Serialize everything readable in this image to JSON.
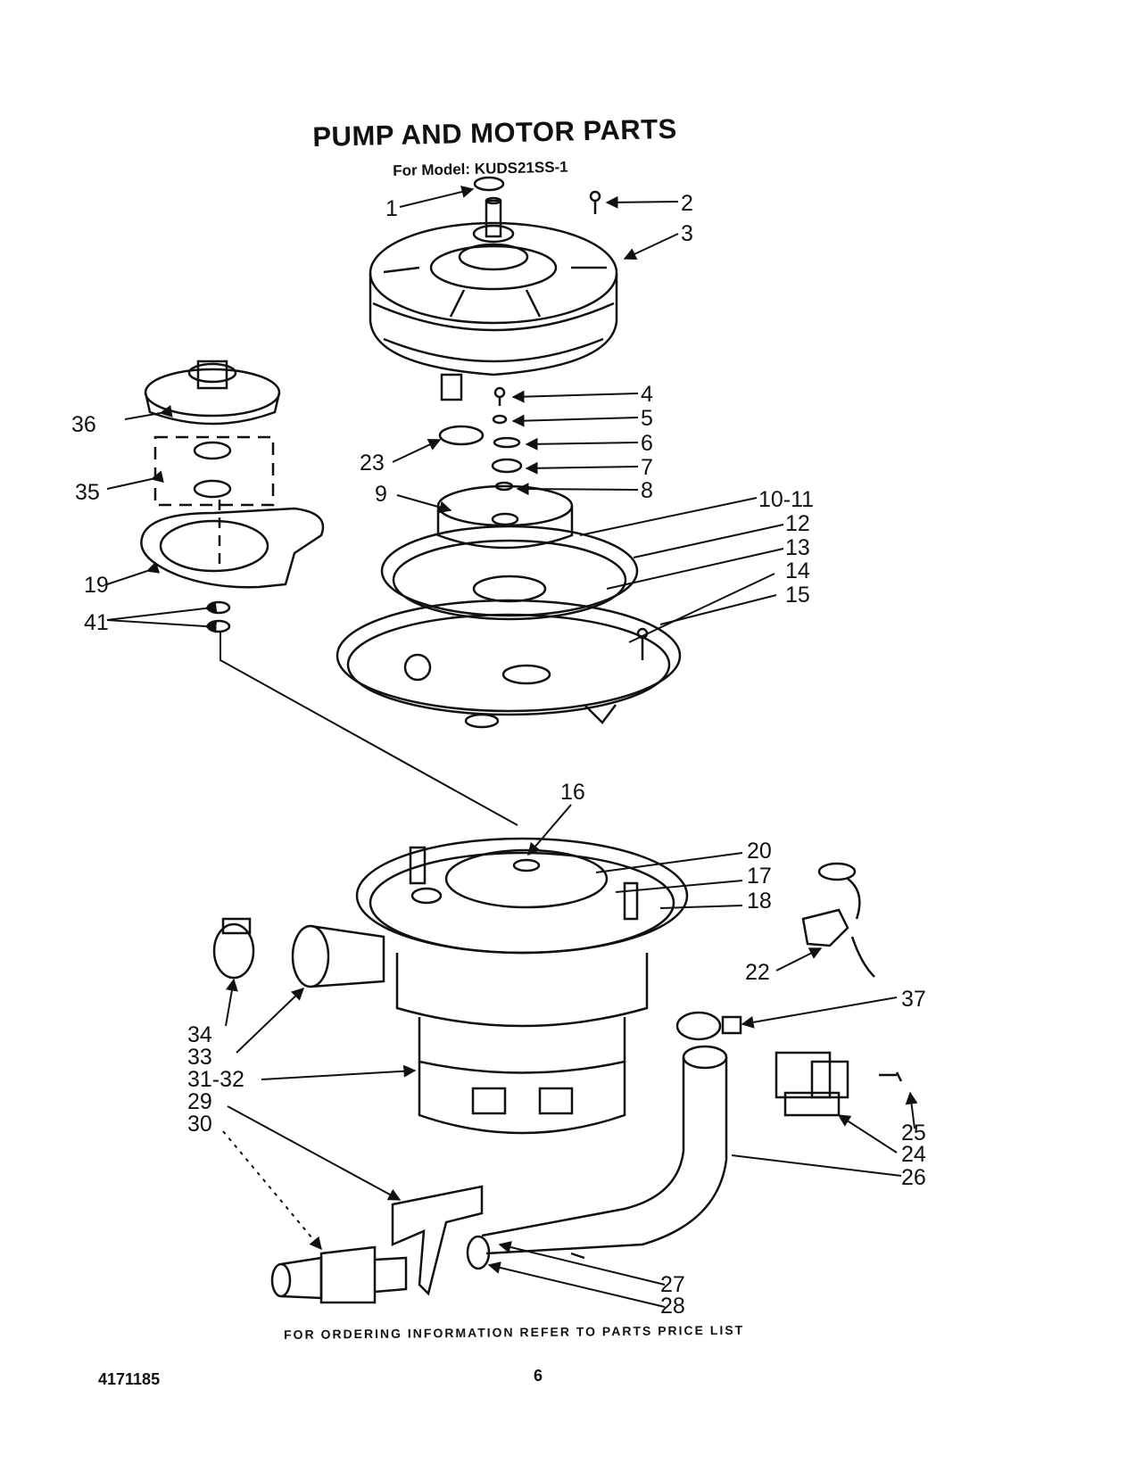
{
  "header": {
    "title": "PUMP AND MOTOR PARTS",
    "subtitle": "For Model: KUDS21SS-1"
  },
  "callouts": [
    "1",
    "2",
    "3",
    "4",
    "5",
    "6",
    "7",
    "8",
    "9",
    "10-11",
    "12",
    "13",
    "14",
    "15",
    "16",
    "17",
    "18",
    "19",
    "20",
    "22",
    "23",
    "24",
    "25",
    "26",
    "27",
    "28",
    "29",
    "30",
    "31-32",
    "33",
    "34",
    "35",
    "36",
    "37",
    "41"
  ],
  "footer": {
    "note": "FOR ORDERING INFORMATION REFER TO PARTS PRICE LIST",
    "part_number": "4171185",
    "page_number": "6"
  }
}
